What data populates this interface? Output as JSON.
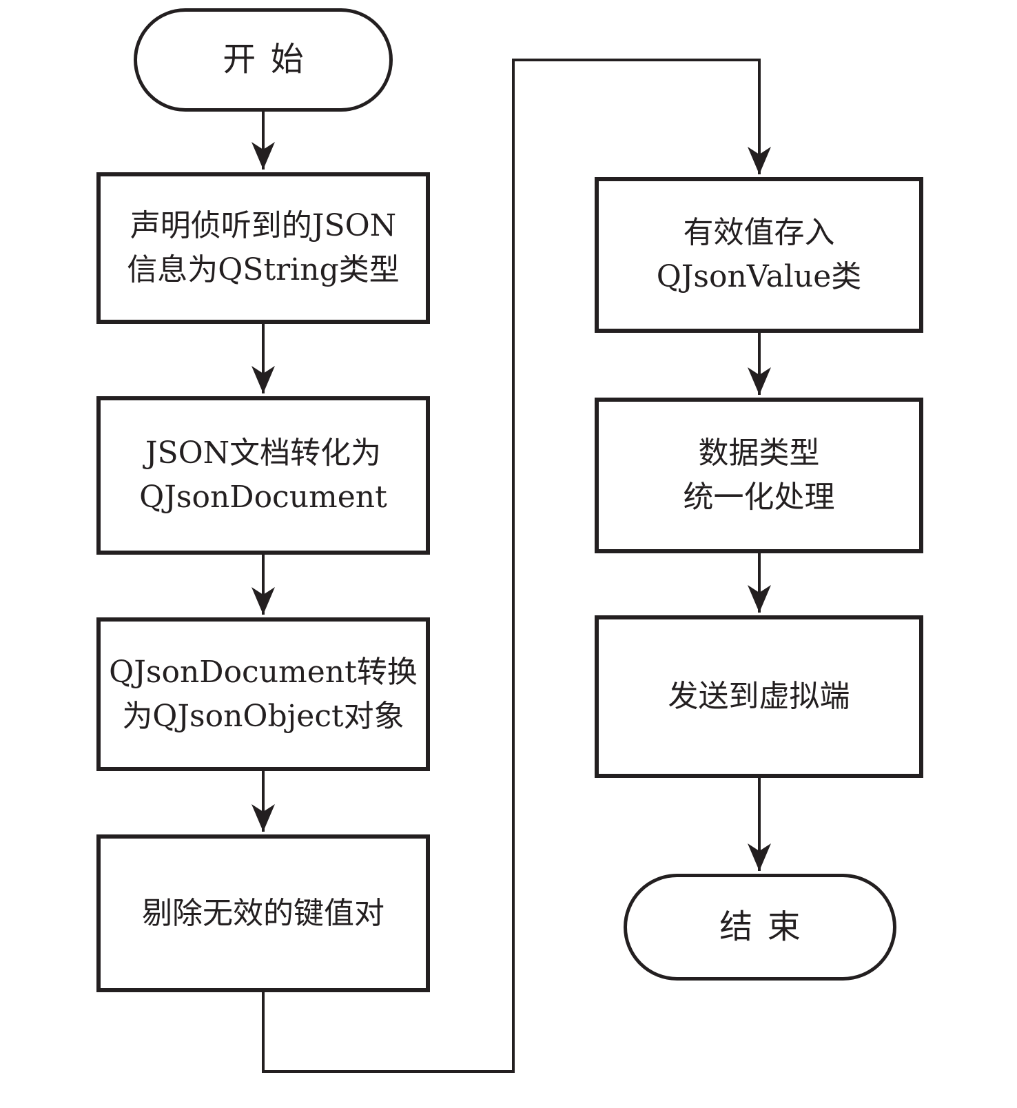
{
  "diagram": {
    "kind": "flowchart",
    "ink_color": "#231f20",
    "background_color": "#ffffff",
    "nodes": {
      "start": {
        "shape": "terminal",
        "label": "开始"
      },
      "declare_qstring": {
        "shape": "process",
        "label": "声明侦听到的JSON\n信息为QString类型"
      },
      "to_qjsondocument": {
        "shape": "process",
        "label": "JSON文档转化为\nQJsonDocument"
      },
      "to_qjsonobject": {
        "shape": "process",
        "label": "QJsonDocument转换\n为QJsonObject对象"
      },
      "remove_invalid": {
        "shape": "process",
        "label": "剔除无效的键值对"
      },
      "store_qjsonvalue": {
        "shape": "process",
        "label": "有效值存入\nQJsonValue类"
      },
      "unify_datatype": {
        "shape": "process",
        "label": "数据类型\n统一化处理"
      },
      "send_virtual": {
        "shape": "process",
        "label": "发送到虚拟端"
      },
      "end": {
        "shape": "terminal",
        "label": "结束"
      }
    },
    "edges": [
      {
        "from": "start",
        "to": "declare_qstring"
      },
      {
        "from": "declare_qstring",
        "to": "to_qjsondocument"
      },
      {
        "from": "to_qjsondocument",
        "to": "to_qjsonobject"
      },
      {
        "from": "to_qjsonobject",
        "to": "remove_invalid"
      },
      {
        "from": "remove_invalid",
        "to": "store_qjsonvalue"
      },
      {
        "from": "store_qjsonvalue",
        "to": "unify_datatype"
      },
      {
        "from": "unify_datatype",
        "to": "send_virtual"
      },
      {
        "from": "send_virtual",
        "to": "end"
      }
    ]
  }
}
